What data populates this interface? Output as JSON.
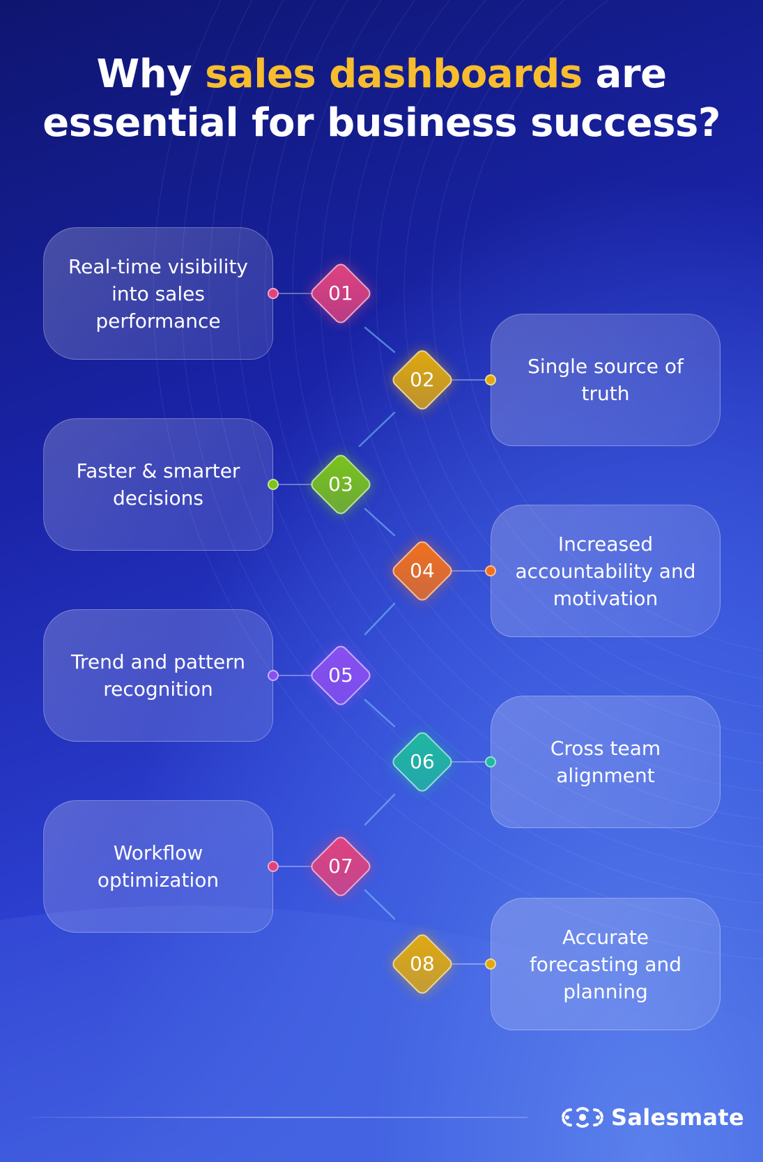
{
  "title": {
    "prefix": "Why ",
    "highlight": "sales dashboards",
    "suffix_line1": " are",
    "line2": "essential for business success?"
  },
  "colors": {
    "highlight": "#f7bd2e",
    "step_colors": [
      "#e0427f",
      "#e0a90e",
      "#7bc41a",
      "#f2701c",
      "#8a4ff0",
      "#1fb8a0",
      "#e0427f",
      "#e0a90e"
    ]
  },
  "steps": [
    {
      "number": "01",
      "text": "Real-time visibility into sales performance",
      "side": "left"
    },
    {
      "number": "02",
      "text": "Single source of truth",
      "side": "right"
    },
    {
      "number": "03",
      "text": "Faster & smarter decisions",
      "side": "left"
    },
    {
      "number": "04",
      "text": "Increased accountability and motivation",
      "side": "right"
    },
    {
      "number": "05",
      "text": "Trend and pattern recognition",
      "side": "left"
    },
    {
      "number": "06",
      "text": "Cross team alignment",
      "side": "right"
    },
    {
      "number": "07",
      "text": "Workflow optimization",
      "side": "left"
    },
    {
      "number": "08",
      "text": "Accurate forecasting and planning",
      "side": "right"
    }
  ],
  "brand": {
    "name": "Salesmate",
    "logo_icon": "salesmate-logo-icon"
  }
}
